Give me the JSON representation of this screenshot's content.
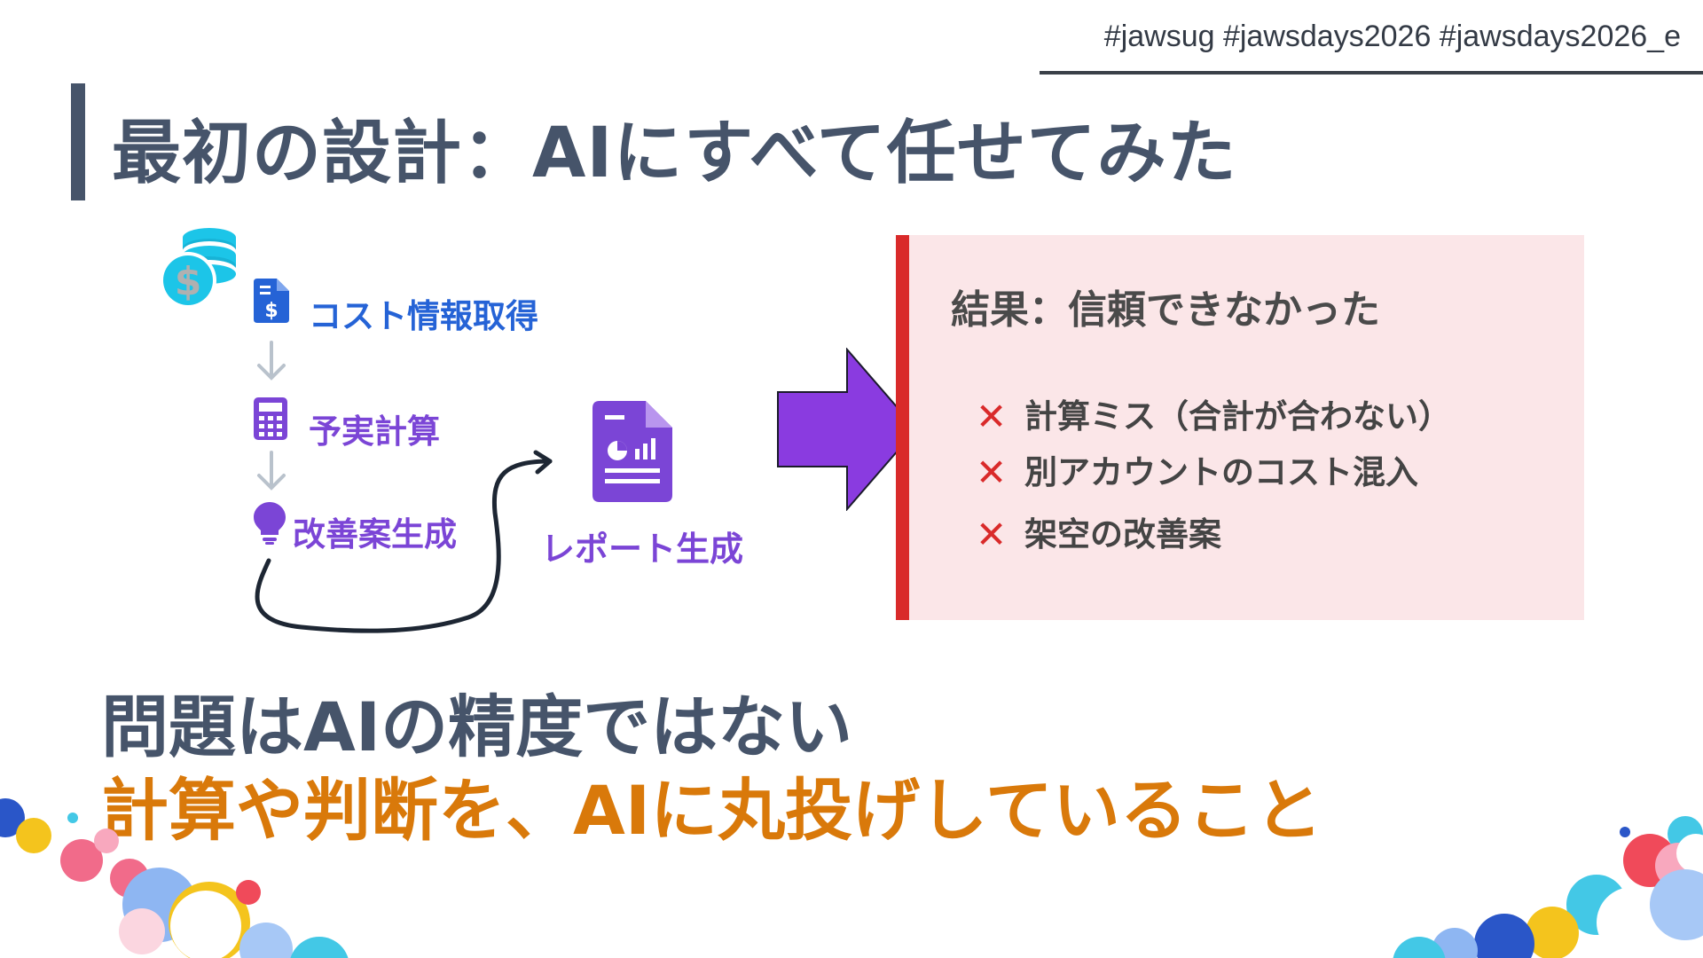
{
  "header": {
    "hashtags": "#jawsug #jawsdays2026 #jawsdays2026_e"
  },
  "slide": {
    "title": "最初の設計：AIにすべて任せてみた"
  },
  "flow": {
    "steps": [
      {
        "label": "コスト情報取得",
        "icon": "invoice-dollar-icon",
        "color": "#2563d6"
      },
      {
        "label": "予実計算",
        "icon": "calculator-icon",
        "color": "#7b45d6"
      },
      {
        "label": "改善案生成",
        "icon": "lightbulb-icon",
        "color": "#7b45d6"
      }
    ],
    "output": {
      "label": "レポート生成",
      "icon": "chart-report-icon",
      "color": "#7b45d6"
    }
  },
  "result": {
    "title": "結果：信頼できなかった",
    "items": [
      "計算ミス（合計が合わない）",
      "別アカウントのコスト混入",
      "架空の改善案"
    ],
    "mark": "✕",
    "accent": "#d92a2a"
  },
  "conclusion": {
    "problem": "問題はAIの精度ではない",
    "cause": "計算や判断を、AIに丸投げしていること"
  },
  "colors": {
    "title": "#46546a",
    "arrow": "#8a3be0",
    "highlight": "#d9790a"
  }
}
